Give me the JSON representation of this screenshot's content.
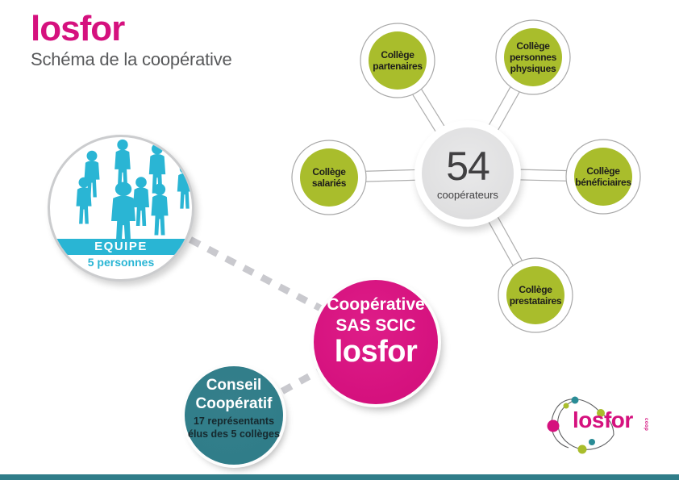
{
  "header": {
    "logo": "losfor",
    "subtitle": "Schéma de la coopérative"
  },
  "team": {
    "banner": "EQUIPE",
    "count_label": "5 personnes"
  },
  "hub": {
    "count": "54",
    "label": "coopérateurs"
  },
  "colleges": [
    {
      "label": "Collège\npartenaires"
    },
    {
      "label": "Collège\npersonnes\nphysiques"
    },
    {
      "label": "Collège\nsalariés"
    },
    {
      "label": "Collège\nbénéficiaires"
    },
    {
      "label": "Collège\nprestataires"
    }
  ],
  "coop": {
    "line1": "Coopérative",
    "line2": "SAS SCIC",
    "line3": "losfor"
  },
  "council": {
    "line1": "Conseil",
    "line2": "Coopératif",
    "line3": "17 représentants",
    "line4": "élus des 5 collèges"
  },
  "footer_logo": {
    "text": "losfor",
    "suffix": "coop"
  },
  "colors": {
    "magenta": "#d5117e",
    "green": "#a9bd2c",
    "cyan": "#29b5d4",
    "teal": "#307d89",
    "hubgray": "#e2e2e3"
  }
}
